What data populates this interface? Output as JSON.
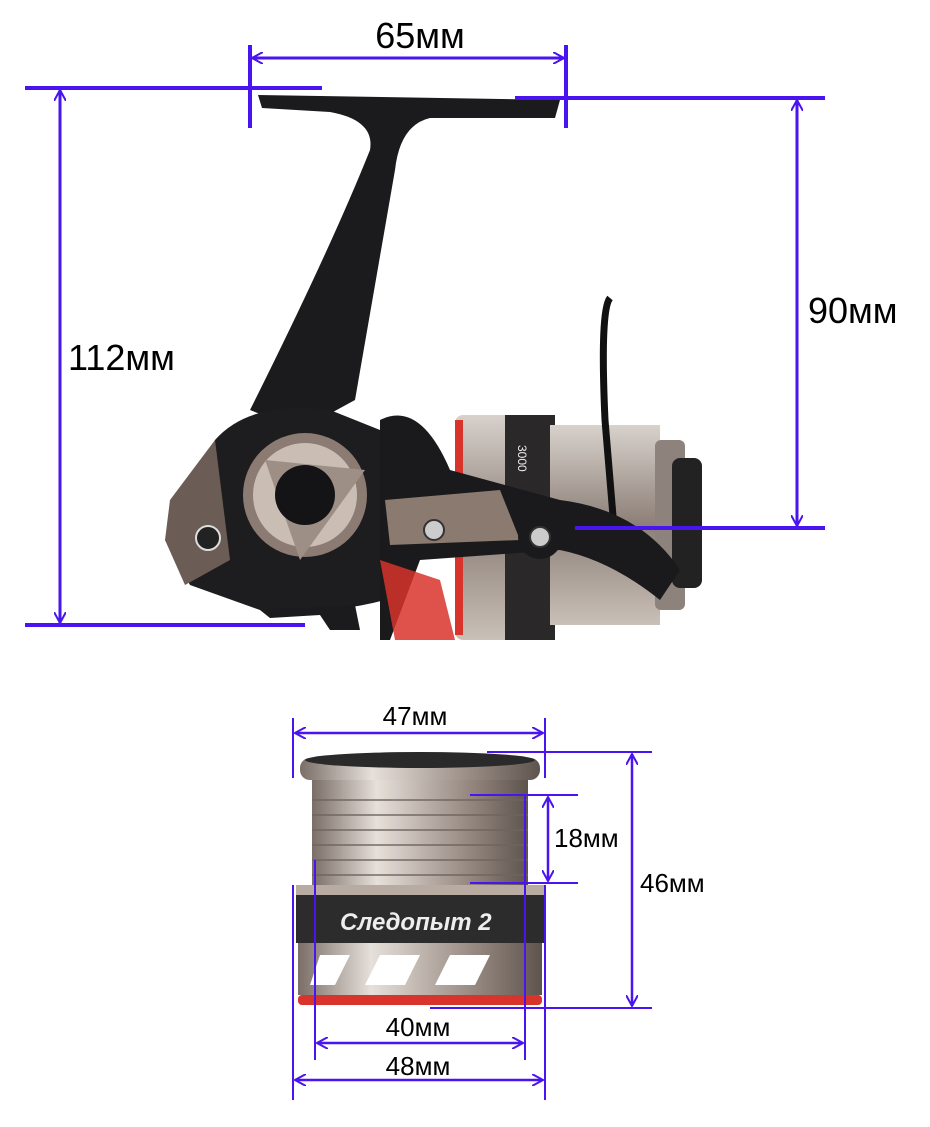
{
  "colors": {
    "dimension_line": "#4a14f0",
    "reel_body": "#1e1e20",
    "metal": "#a89a90",
    "accent_red": "#d8342c"
  },
  "reel": {
    "width_label": "65мм",
    "height_label": "112мм",
    "body_height_label": "90мм",
    "model_marking": "3000"
  },
  "spool": {
    "top_diameter_label": "47мм",
    "line_depth_label": "18мм",
    "height_label": "46мм",
    "inner_diameter_label": "40мм",
    "bottom_diameter_label": "48мм",
    "brand_logo": "Следопыт 2"
  }
}
